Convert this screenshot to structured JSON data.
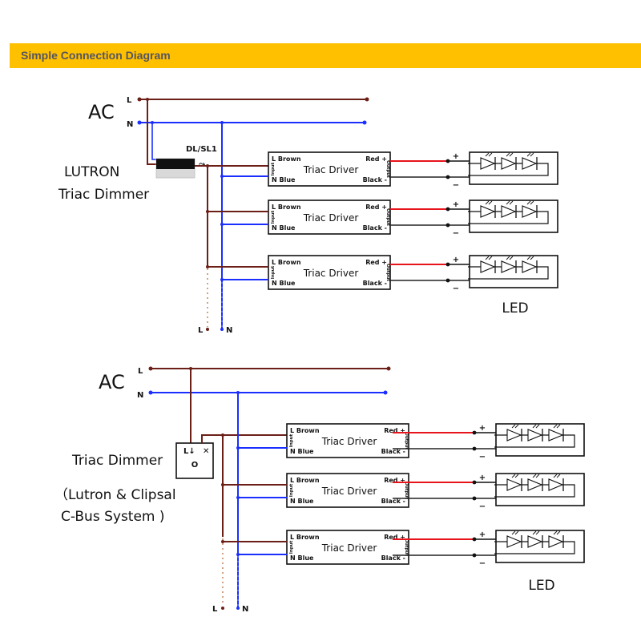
{
  "header": {
    "title": "Simple Connection Diagram",
    "banner_color": "#FFC000"
  },
  "colors": {
    "live_wire": "#6B1F17",
    "neutral_wire": "#1A2FFF",
    "positive_wire": "#E8141B",
    "negative_wire": "#222222"
  },
  "diagrams": [
    {
      "ac_label": "AC",
      "live_label": "L",
      "neutral_label": "N",
      "dimmer_title": "LUTRON",
      "dimmer_subtitle": "Triac Dimmer",
      "dimmer_terminal": "DL/SL1",
      "drivers": [
        {
          "title": "Triac Driver",
          "in_l": "L Brown",
          "in_n": "N Blue",
          "out_pos": "Red +",
          "out_neg": "Black -",
          "in_tag": "Input",
          "out_tag": "Output"
        },
        {
          "title": "Triac Driver",
          "in_l": "L Brown",
          "in_n": "N Blue",
          "out_pos": "Red +",
          "out_neg": "Black -",
          "in_tag": "Input",
          "out_tag": "Output"
        },
        {
          "title": "Triac Driver",
          "in_l": "L Brown",
          "in_n": "N Blue",
          "out_pos": "Red +",
          "out_neg": "Black -",
          "in_tag": "Input",
          "out_tag": "Output"
        }
      ],
      "led_label": "LED",
      "plus": "+",
      "minus": "−",
      "bottom_l": "L",
      "bottom_n": "N"
    },
    {
      "ac_label": "AC",
      "live_label": "L",
      "neutral_label": "N",
      "dimmer_title": "Triac Dimmer",
      "dimmer_note_1": "（Lutron & Clipsal",
      "dimmer_note_2": "C-Bus System )",
      "dimmer_box_l": "L↓",
      "dimmer_box_sym": "✕",
      "dimmer_box_o": "O",
      "drivers": [
        {
          "title": "Triac Driver",
          "in_l": "L Brown",
          "in_n": "N Blue",
          "out_pos": "Red +",
          "out_neg": "Black -",
          "in_tag": "Input",
          "out_tag": "Output"
        },
        {
          "title": "Triac Driver",
          "in_l": "L Brown",
          "in_n": "N Blue",
          "out_pos": "Red +",
          "out_neg": "Black -",
          "in_tag": "Input",
          "out_tag": "Output"
        },
        {
          "title": "Triac Driver",
          "in_l": "L Brown",
          "in_n": "N Blue",
          "out_pos": "Red +",
          "out_neg": "Black -",
          "in_tag": "Input",
          "out_tag": "Output"
        }
      ],
      "led_label": "LED",
      "plus": "+",
      "minus": "−",
      "bottom_l": "L",
      "bottom_n": "N"
    }
  ]
}
